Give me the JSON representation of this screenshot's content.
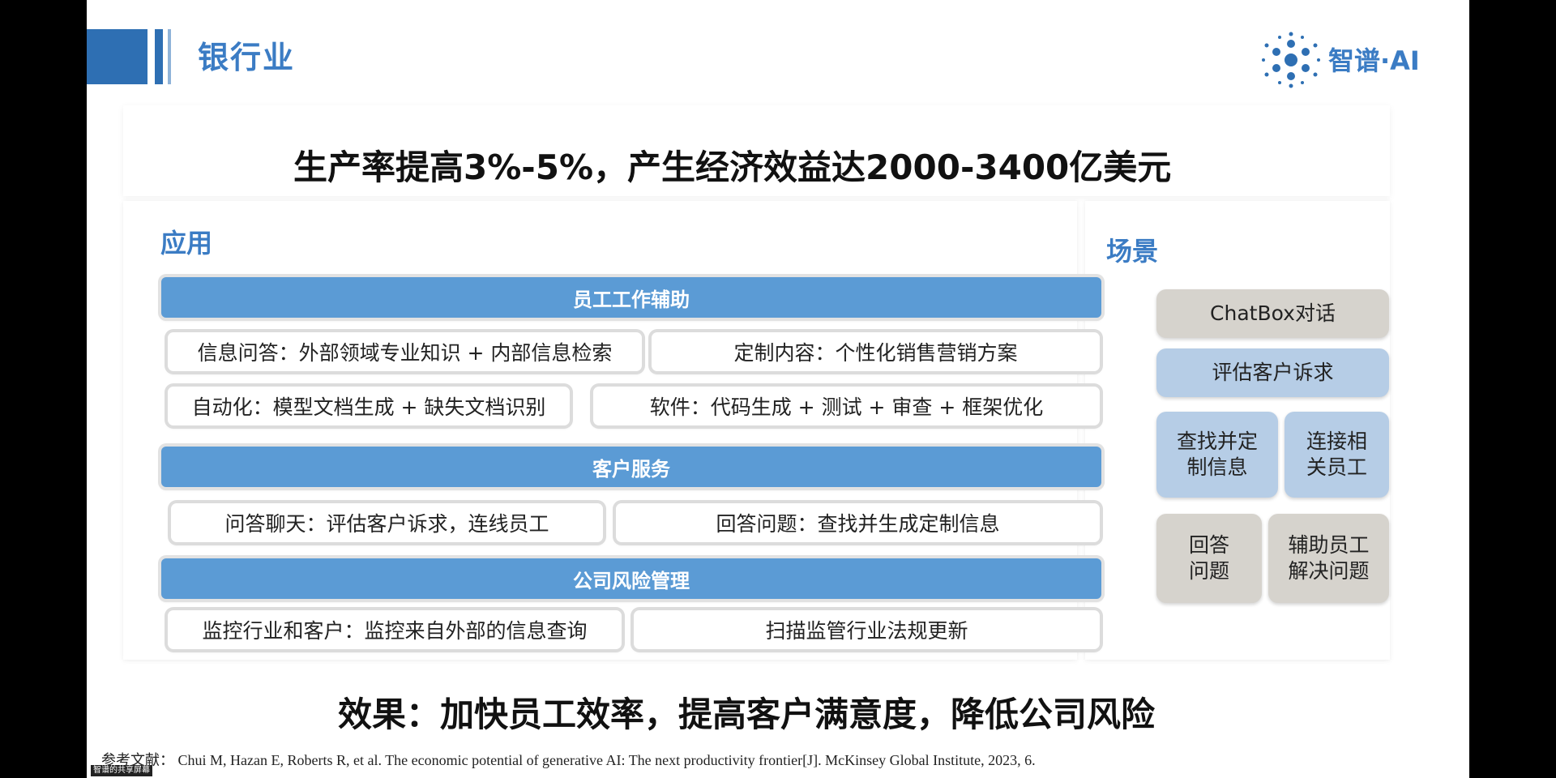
{
  "slide": {
    "title": "银行业",
    "logo_text": "智谱·AI",
    "headline": "生产率提高3%-5%，产生经济效益达2000-3400亿美元",
    "applications": {
      "label": "应用",
      "sections": [
        {
          "title": "员工工作辅助",
          "rows": [
            [
              "信息问答：外部领域专业知识 + 内部信息检索",
              "定制内容：个性化销售营销方案"
            ],
            [
              "自动化：模型文档生成 + 缺失文档识别",
              "软件：代码生成 + 测试 + 审查 + 框架优化"
            ]
          ]
        },
        {
          "title": "客户服务",
          "rows": [
            [
              "问答聊天：评估客户诉求，连线员工",
              "回答问题：查找并生成定制信息"
            ]
          ]
        },
        {
          "title": "公司风险管理",
          "rows": [
            [
              "监控行业和客户：监控来自外部的信息查询",
              "扫描监管行业法规更新"
            ]
          ]
        }
      ]
    },
    "scenarios": {
      "label": "场景",
      "items": [
        "ChatBox对话",
        "评估客户诉求",
        "查找并定制信息",
        "连接相关员工",
        "回答问题",
        "辅助员工解决问题"
      ],
      "lines": {
        "find_info": [
          "查找并定",
          "制信息"
        ],
        "connect_staff": [
          "连接相",
          "关员工"
        ],
        "answer": [
          "回答",
          "问题"
        ],
        "assist": [
          "辅助员工",
          "解决问题"
        ]
      }
    },
    "effect": "效果：加快员工效率，提高客户满意度，降低公司风险",
    "reference": {
      "label": "参考文献：",
      "text": "Chui M, Hazan E, Roberts R, et al.  The economic potential of generative AI: The next productivity frontier[J]. McKinsey Global Institute, 2023, 6."
    },
    "tag": "智谱的共享屏幕",
    "colors": {
      "accent": "#3b7cc4",
      "band": "#5b9bd5",
      "scenario_gray": "#d6d3cd",
      "scenario_blue": "#b6cde6"
    }
  }
}
